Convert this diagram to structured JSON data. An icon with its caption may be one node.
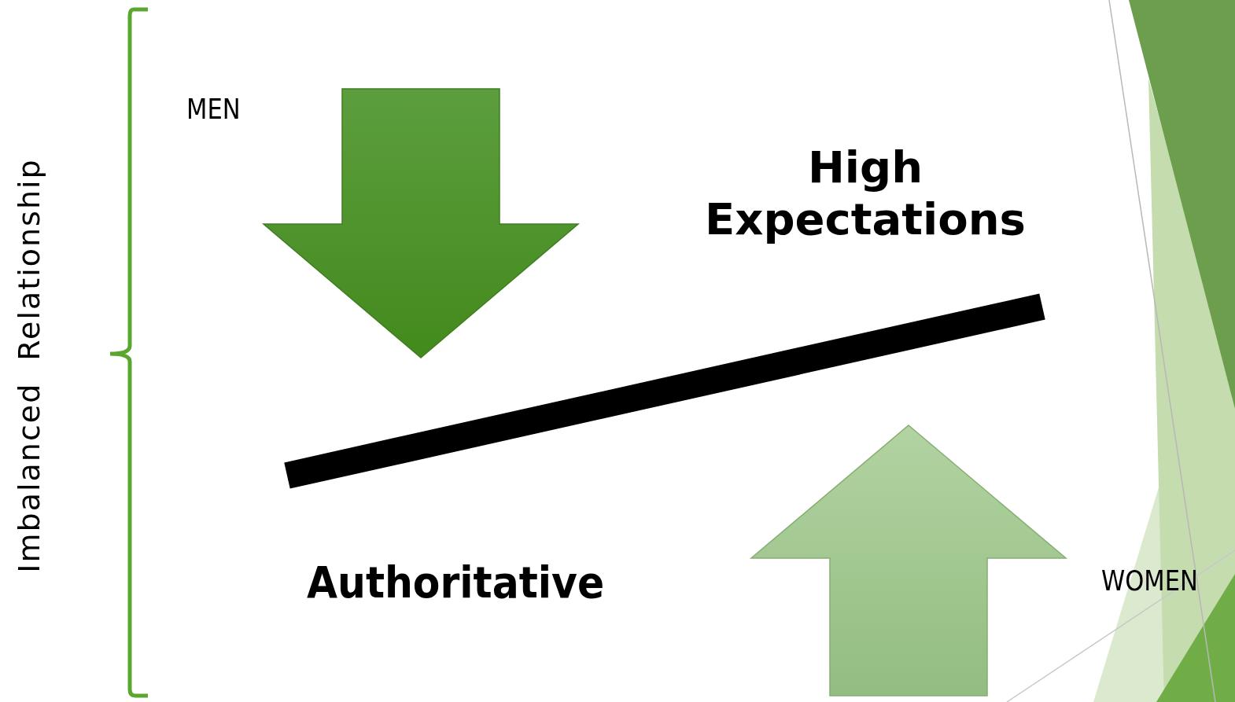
{
  "diagram": {
    "labels": [
      "Imbalanced Relationship",
      "MEN",
      "High Expectations",
      "Authoritative",
      "WOMEN"
    ]
  }
}
